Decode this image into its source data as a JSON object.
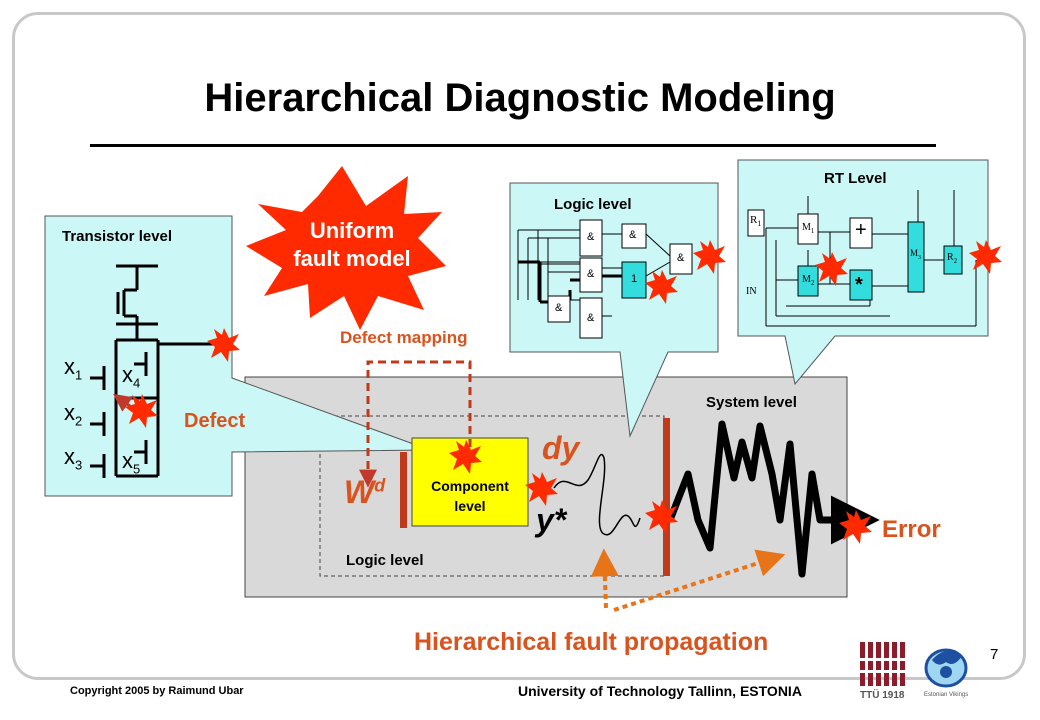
{
  "slide": {
    "title": "Hierarchical Diagnostic Modeling",
    "page_number": "7"
  },
  "callouts": {
    "uniform_fault_model_line1": "Uniform",
    "uniform_fault_model_line2": "fault model",
    "defect_mapping": "Defect mapping",
    "defect": "Defect",
    "error": "Error",
    "hierarchical_fault_propagation": "Hierarchical fault propagation"
  },
  "transistor_panel": {
    "title": "Transistor level",
    "inputs": [
      {
        "base": "x",
        "sub": "1"
      },
      {
        "base": "x",
        "sub": "2"
      },
      {
        "base": "x",
        "sub": "3"
      },
      {
        "base": "x",
        "sub": "4"
      },
      {
        "base": "x",
        "sub": "5"
      }
    ]
  },
  "logic_panel": {
    "title": "Logic level",
    "gates": [
      "&",
      "&",
      "&",
      "&",
      "&",
      "&",
      "1"
    ]
  },
  "rt_panel": {
    "title": "RT Level",
    "blocks": [
      {
        "base": "R",
        "sub": "1"
      },
      {
        "base": "M",
        "sub": "1"
      },
      {
        "base": "M",
        "sub": "2"
      },
      {
        "base": "M",
        "sub": "3"
      },
      {
        "base": "R",
        "sub": "2"
      }
    ],
    "adder": "+",
    "multiplier": "*",
    "input_label": "IN"
  },
  "system_panel": {
    "title": "System level",
    "inner_logic_label": "Logic level",
    "component_line1": "Component",
    "component_line2": "level",
    "wd_base": "W",
    "wd_sup": "d",
    "dy": "dy",
    "ystar": "y*"
  },
  "footer": {
    "copyright": "Copyright 2005 by Raimund Ubar",
    "university": "University of Technology Tallinn, ESTONIA",
    "logo_text_1": "TTÜ 1918",
    "logo_text_2": "Estonian Vikings"
  },
  "colors": {
    "accent_red": "#d9531e",
    "panel_cyan": "#ccf7f7",
    "system_gray": "#d9d9d9",
    "component_yellow": "#ffff00",
    "burst_red": "#ff2a00"
  }
}
